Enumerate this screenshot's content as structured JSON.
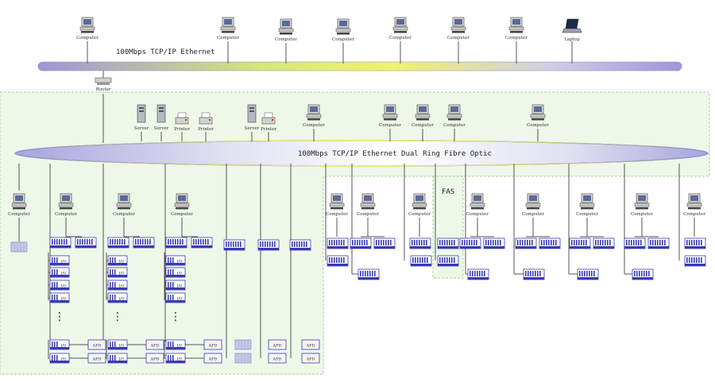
{
  "labels": {
    "computer": "Computer",
    "laptop": "Laptop",
    "router": "Router",
    "server": "Server",
    "printer": "Printer",
    "afd": "AFD",
    "io": "I/O",
    "dots": "⋮"
  },
  "top_bus": {
    "title": "100Mbps TCP/IP Ethernet"
  },
  "ring": {
    "title": "100Mbps TCP/IP Ethernet Dual Ring Fibre Optic"
  },
  "fas": {
    "label": "FAS"
  },
  "colors": {
    "zone_fill": "#eef7e8",
    "zone_border": "#a8d0a0",
    "bus_purple": "#9c96d8",
    "bus_yellow": "#f2f26a",
    "device_blue": "#3a3ab0",
    "line": "#555555"
  },
  "icons": {
    "computer": "computer-icon",
    "laptop": "laptop-icon",
    "router": "router-icon",
    "server": "server-icon",
    "printer": "printer-icon",
    "controller": "controller-rack-icon",
    "io_module": "io-module-icon",
    "afd": "afd-panel-icon"
  }
}
